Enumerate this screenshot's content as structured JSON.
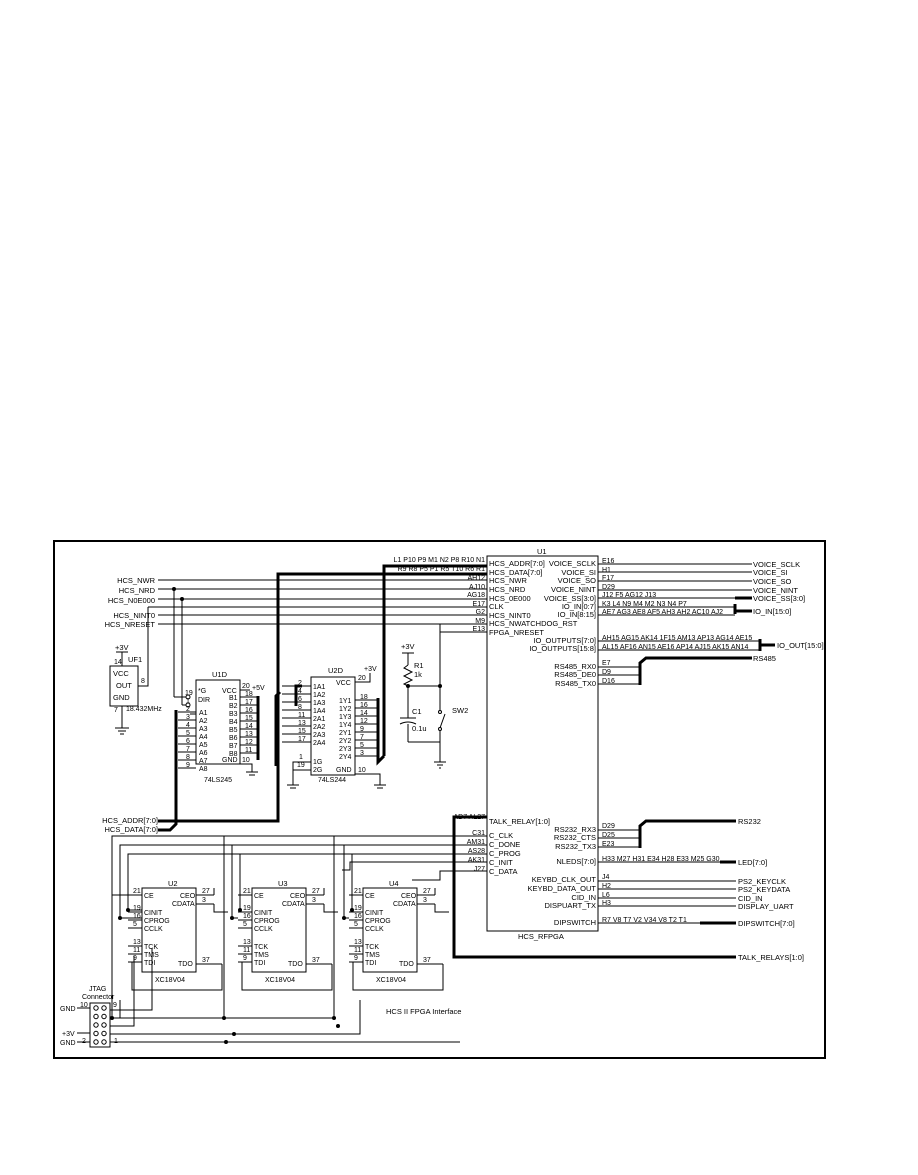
{
  "caption": "HCS II FPGA Interface",
  "u1": {
    "ref": "U1",
    "part": "HCS_RFPGA",
    "left_pins": [
      {
        "ball": "",
        "name": "HCS_ADDR[7:0]"
      },
      {
        "ball": "",
        "name": "HCS_DATA[7:0]"
      },
      {
        "ball": "AH12",
        "name": "HCS_NWR"
      },
      {
        "ball": "AJ10",
        "name": "HCS_NRD"
      },
      {
        "ball": "AG18",
        "name": "HCS_0E000"
      },
      {
        "ball": "E17",
        "name": "CLK"
      },
      {
        "ball": "G2",
        "name": "HCS_NINT0"
      },
      {
        "ball": "M9",
        "name": "HCS_NWATCHDOG_RST"
      },
      {
        "ball": "E13",
        "name": "FPGA_NRESET"
      }
    ],
    "addr_balls": "L1 P10 P9 M1 N2 P8 R10 N1",
    "data_balls": "R9 R8 P5 P1 R5 T10 R6 R1",
    "talk_relay": {
      "ball": "AD7 AL27",
      "name": "TALK_RELAY[1:0]"
    },
    "config_pins": [
      {
        "ball": "C31",
        "name": "C_CLK"
      },
      {
        "ball": "AM31",
        "name": "C_DONE"
      },
      {
        "ball": "AS28",
        "name": "C_PROG"
      },
      {
        "ball": "AK31",
        "name": "C_INIT"
      },
      {
        "ball": "J27",
        "name": "C_DATA"
      }
    ],
    "right_top": [
      {
        "name": "VOICE_SCLK",
        "ball": "E16",
        "net": "VOICE_SCLK"
      },
      {
        "name": "VOICE_SI",
        "ball": "H1",
        "net": "VOICE_SI"
      },
      {
        "name": "VOICE_SO",
        "ball": "F17",
        "net": "VOICE_SO"
      },
      {
        "name": "VOICE_NINT",
        "ball": "D29",
        "net": "VOICE_NINT"
      },
      {
        "name": "VOICE_SS[3:0]",
        "ball": "J12 F5 AG12 J13",
        "net": "VOICE_SS[3:0]"
      },
      {
        "name": "IO_IN[0:7]",
        "ball": "K3 L4 N9 M4 M2 N3 N4 P7",
        "net": ""
      },
      {
        "name": "IO_IN[8:15]",
        "ball": "AE7 AG3 AE8 AF5 AH3 AH2 AC10 AJ2",
        "net": "IO_IN[15:0]"
      }
    ],
    "io_outputs": [
      {
        "name": "IO_OUTPUTS[7:0]",
        "ball": "AH15 AG15 AK14 1F15 AM13 AP13 AG14 AE15"
      },
      {
        "name": "IO_OUTPUTS[15:8]",
        "ball": "AL15 AF16 AN15 AE16 AP14 AJ15 AK15 AN14"
      }
    ],
    "io_out_net": "IO_OUT[15:0]",
    "rs485": [
      {
        "name": "RS485_RX0",
        "ball": "E7"
      },
      {
        "name": "RS485_DE0",
        "ball": "D9"
      },
      {
        "name": "RS485_TX0",
        "ball": "D16"
      }
    ],
    "rs485_net": "RS485",
    "rs232": [
      {
        "name": "RS232_RX3",
        "ball": "D29"
      },
      {
        "name": "RS232_CTS",
        "ball": "D25"
      },
      {
        "name": "RS232_TX3",
        "ball": "E23"
      }
    ],
    "rs232_net": "RS232",
    "nleds": {
      "name": "NLEDS[7:0]",
      "ball": "H33 M27 H31 E34 H28 E33 M25 G30",
      "net": "LED[7:0]"
    },
    "right_low": [
      {
        "name": "KEYBD_CLK_OUT",
        "ball": "J4",
        "net": "PS2_KEYCLK"
      },
      {
        "name": "KEYBD_DATA_OUT",
        "ball": "H2",
        "net": "PS2_KEYDATA"
      },
      {
        "name": "CID_IN",
        "ball": "L6",
        "net": "CID_IN"
      },
      {
        "name": "DISPUART_TX",
        "ball": "H3",
        "net": "DISPLAY_UART"
      }
    ],
    "dipswitch": {
      "name": "DIPSWITCH",
      "ball": "R7 V8 T7 V2 V34 V8 T2 T1",
      "net": "DIPSWITCH[7:0]"
    },
    "talk_relays_net": "TALK_RELAYS[1:0]"
  },
  "left_nets": [
    "HCS_NWR",
    "HCS_NRD",
    "HCS_N0E000",
    "HCS_NINT0",
    "HCS_NRESET",
    "HCS_DATA[7:0]",
    "HCS_ADDR[7:0]"
  ],
  "osc": {
    "ref": "UF1",
    "supply": "+3V",
    "vcc": "VCC",
    "out": "OUT",
    "gnd": "GND",
    "pin_vcc": "14",
    "pin_out": "8",
    "pin_gnd": "7",
    "freq": "18.432MHz"
  },
  "u1d": {
    "ref": "U1D",
    "part": "74LS245",
    "g": "*G",
    "dir": "DIR",
    "vcc": "VCC",
    "supply": "+5V",
    "gnd": "GND",
    "pin_g": "19",
    "pin_dir": "1",
    "pin_vcc": "20",
    "pin_gnd": "10",
    "a_pins": [
      "2",
      "3",
      "4",
      "5",
      "6",
      "7",
      "8",
      "9"
    ],
    "a_names": [
      "A1",
      "A2",
      "A3",
      "A4",
      "A5",
      "A6",
      "A7",
      "A8"
    ],
    "b_pins": [
      "18",
      "17",
      "16",
      "15",
      "14",
      "13",
      "12",
      "11"
    ],
    "b_names": [
      "B1",
      "B2",
      "B3",
      "B4",
      "B5",
      "B6",
      "B7",
      "B8"
    ]
  },
  "u2d": {
    "ref": "U2D",
    "part": "74LS244",
    "vcc": "VCC",
    "supply": "+3V",
    "gnd": "GND",
    "g1": "1G",
    "g2": "2G",
    "pin_vcc": "20",
    "pin_gnd": "10",
    "pin_g1": "1",
    "pin_g2": "19",
    "in_pins": [
      "2",
      "4",
      "6",
      "8",
      "11",
      "13",
      "15",
      "17"
    ],
    "in_names": [
      "1A1",
      "1A2",
      "1A3",
      "1A4",
      "2A1",
      "2A2",
      "2A3",
      "2A4"
    ],
    "out_pins": [
      "18",
      "16",
      "14",
      "12",
      "9",
      "7",
      "5",
      "3"
    ],
    "out_names": [
      "1Y1",
      "1Y2",
      "1Y3",
      "1Y4",
      "2Y1",
      "2Y2",
      "2Y3",
      "2Y4"
    ]
  },
  "reset": {
    "supply": "+3V",
    "r_ref": "R1",
    "r_val": "1k",
    "c_ref": "C1",
    "c_val": "0.1u",
    "sw_ref": "SW2"
  },
  "proms": [
    {
      "ref": "U2",
      "part": "XC18V04"
    },
    {
      "ref": "U3",
      "part": "XC18V04"
    },
    {
      "ref": "U4",
      "part": "XC18V04"
    }
  ],
  "prom_pins": {
    "ce": "CE",
    "ceo": "CEO",
    "cdata": "CDATA",
    "cinit": "CINIT",
    "cprog": "CPROG",
    "cclk": "CCLK",
    "tck": "TCK",
    "tms": "TMS",
    "tdi": "TDI",
    "tdo": "TDO",
    "p_ce": "21",
    "p_ceo": "27",
    "p_cdata": "3",
    "p_cinit": "19",
    "p_cprog": "16",
    "p_cclk": "5",
    "p_tck": "13",
    "p_tms": "11",
    "p_tdi": "9",
    "p_tdo": "37"
  },
  "jtag": {
    "title_line1": "JTAG",
    "title_line2": "Connector",
    "pin_tl": "10",
    "pin_tr": "9",
    "pin_bl": "2",
    "pin_br": "1",
    "labels": [
      "GND",
      "+3V",
      "GND"
    ]
  }
}
